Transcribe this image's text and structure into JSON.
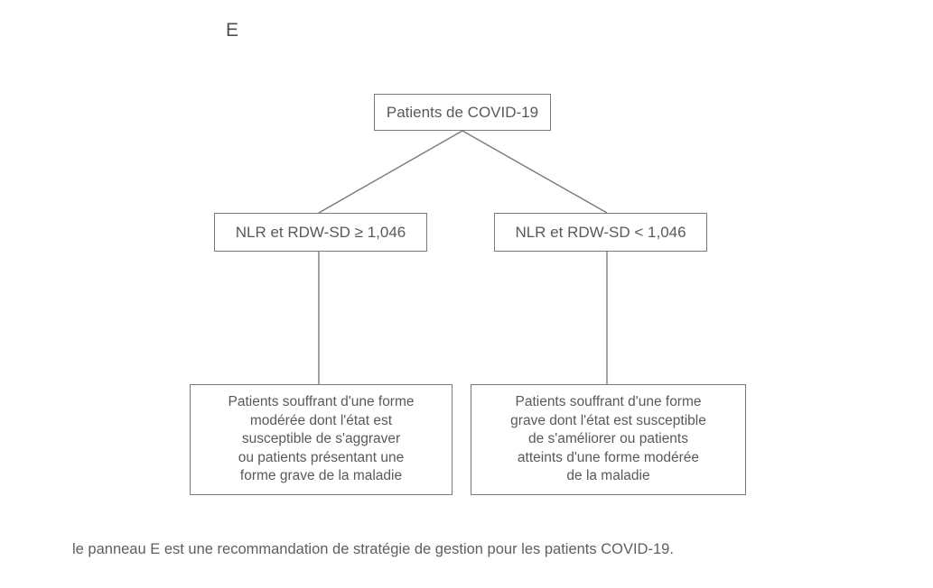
{
  "figure": {
    "panel_label": "E",
    "caption": "le panneau E est une recommandation de stratégie de gestion pour les patients COVID-19.",
    "colors": {
      "stroke": "#7a7a7a",
      "text": "#595959",
      "background": "#ffffff"
    },
    "nodes": {
      "root": {
        "text": "Patients de COVID-19"
      },
      "branch_left": {
        "text": "NLR et RDW-SD ≥ 1,046"
      },
      "branch_right": {
        "text": "NLR et RDW-SD < 1,046"
      },
      "leaf_left": {
        "line1": "Patients souffrant d'une forme",
        "line2": "modérée dont l'état est",
        "line3": "susceptible de s'aggraver",
        "line4": "ou patients présentant une",
        "line5": "forme grave de la maladie"
      },
      "leaf_right": {
        "line1": "Patients souffrant d'une forme",
        "line2": "grave dont l'état est susceptible",
        "line3": "de s'améliorer ou patients",
        "line4": "atteints d'une forme modérée",
        "line5": "de la maladie"
      }
    }
  }
}
